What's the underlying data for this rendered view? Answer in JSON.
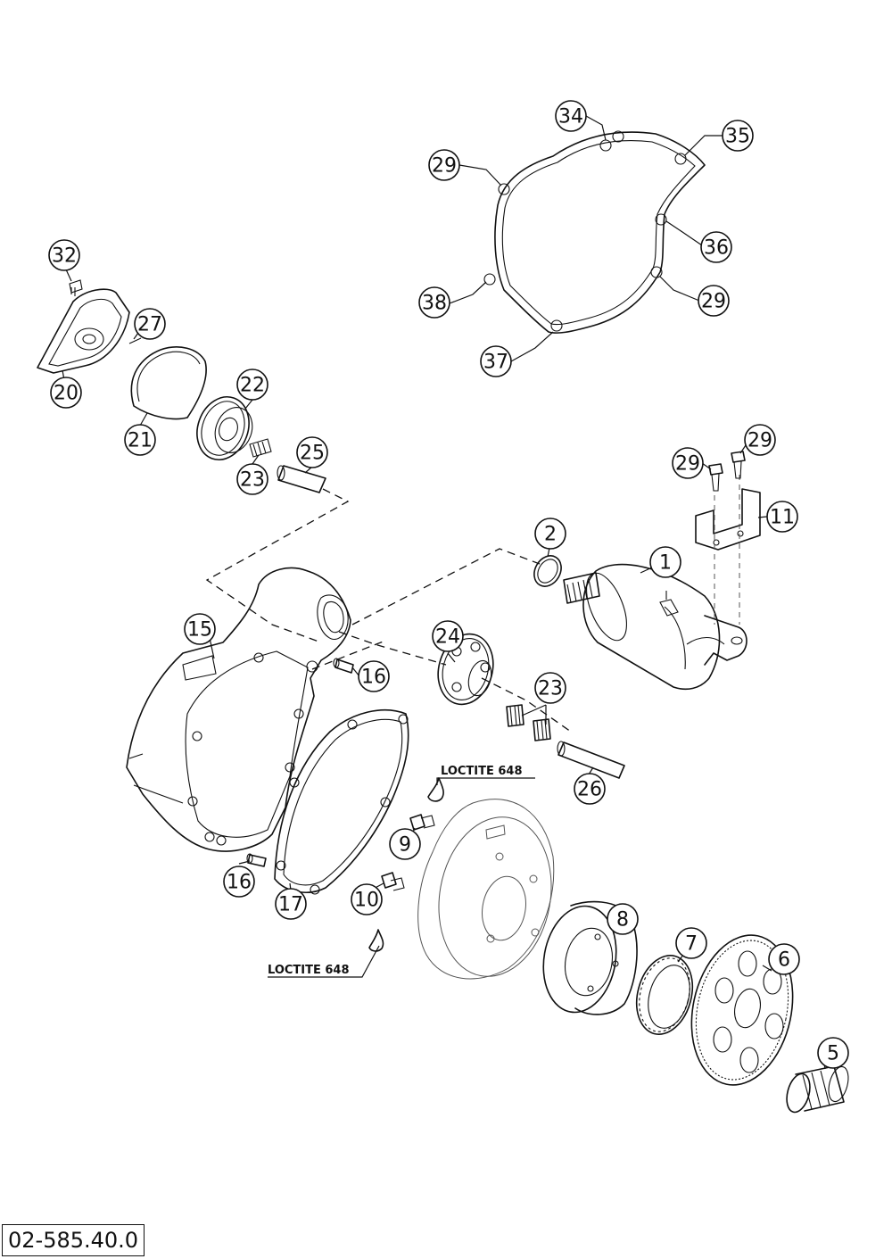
{
  "diagram": {
    "part_code": "02-585.40.0",
    "notes": [
      "LOCTITE 648",
      "LOCTITE 648"
    ],
    "callouts": [
      "34",
      "35",
      "29",
      "36",
      "38",
      "29",
      "37",
      "32",
      "27",
      "20",
      "21",
      "22",
      "23",
      "25",
      "29",
      "29",
      "11",
      "2",
      "1",
      "15",
      "16",
      "24",
      "23",
      "26",
      "16",
      "17",
      "9",
      "10",
      "8",
      "7",
      "6",
      "5"
    ]
  }
}
